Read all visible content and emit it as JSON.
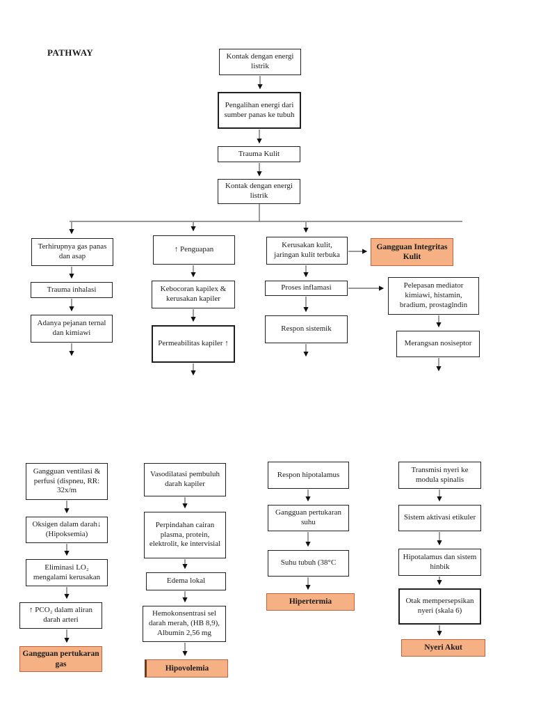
{
  "title": "PATHWAY",
  "colors": {
    "highlight_fill": "#F5B183",
    "highlight_border": "#C2603E",
    "line": "#595959",
    "arrow": "#111111",
    "box_border": "#1F1F1F"
  },
  "top_chain": [
    "Kontak dengan energi listrik",
    "Pengalihan energi dari sumber panas ke tubuh",
    "Trauma Kulit",
    "Kontak dengan energi listrik"
  ],
  "upper_col1": [
    "Terhirupnya gas panas dan asap",
    "Trauma inhalasi",
    "Adanya pejanan ternal dan kimiawi"
  ],
  "upper_col2": [
    "↑  Penguapan",
    "Kebocoran kapilex & kerusakan kapiler",
    "Permeabilitas kapiler ↑"
  ],
  "upper_col3": [
    "Kerusakan kulit, jaringan kulit terbuka",
    "Proses inflamasi",
    "Respon sistemik"
  ],
  "upper_right": {
    "diagnosis": "Gangguan Integritas Kulit",
    "steps": [
      "Pelepasan mediator kimiawi, histamin, bradium, prostaglndin",
      "Merangsan nosiseptor"
    ]
  },
  "lower_col1": {
    "steps": [
      "Gangguan ventilasi & perfusi (dispneu, RR: 32x/m",
      "Oksigen dalam darah↓ (Hipoksemia)",
      "Eliminasi LO₂ mengalami kerusakan",
      "↑ PCO₂ dalam aliran darah arteri"
    ],
    "diagnosis": "Gangguan pertukaran gas"
  },
  "lower_col2": {
    "steps": [
      "Vasodilatasi pembuluh darah kapiler",
      "Perpindahan cairan plasma, protein, elektrolit, ke intervisial",
      "Edema lokal",
      "Hemokonsentrasi sel darah merah, (HB 8,9), Albumin 2,56 mg"
    ],
    "diagnosis": "Hipovolemia"
  },
  "lower_col3": {
    "steps": [
      "Respon hipotalamus",
      "Gangguan pertukaran suhu",
      "Suhu tubuh (38°C"
    ],
    "diagnosis": "Hipertermia"
  },
  "lower_col4": {
    "steps": [
      "Transmisi nyeri ke modula spinalis",
      "Sistem aktivasi etikuler",
      "Hipotalamus dan sistem hinbik",
      "Otak mempersepsikan nyeri (skala 6)"
    ],
    "diagnosis": "Nyeri Akut"
  }
}
